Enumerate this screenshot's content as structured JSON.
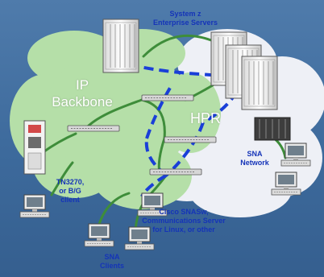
{
  "labels": {
    "system_z_line1": "System z",
    "system_z_line2": "Enterprise Servers",
    "ip_backbone_line1": "IP",
    "ip_backbone_line2": "Backbone",
    "hpr": "HPR",
    "sna_network_line1": "SNA",
    "sna_network_line2": "Network",
    "tn3270_line1": "TN3270,",
    "tn3270_line2": "or B/G",
    "tn3270_line3": "client",
    "snasw_line1": "Cisco SNASw,",
    "snasw_line2": "Communications Server",
    "snasw_line3": "for Linux, or other",
    "sna_clients_line1": "SNA",
    "sna_clients_line2": "Clients"
  },
  "colors": {
    "background": "#4a76a8",
    "ip_cloud": "#b5dfa8",
    "sna_cloud": "#eef0f6",
    "hpr_path": "#1a3fd8",
    "link_lines": "#3e8d3a",
    "label_blue": "#1534b8"
  },
  "icons": [
    "mainframe-icon",
    "router-icon",
    "workstation-icon",
    "tower-server-icon",
    "terminal-icon"
  ]
}
